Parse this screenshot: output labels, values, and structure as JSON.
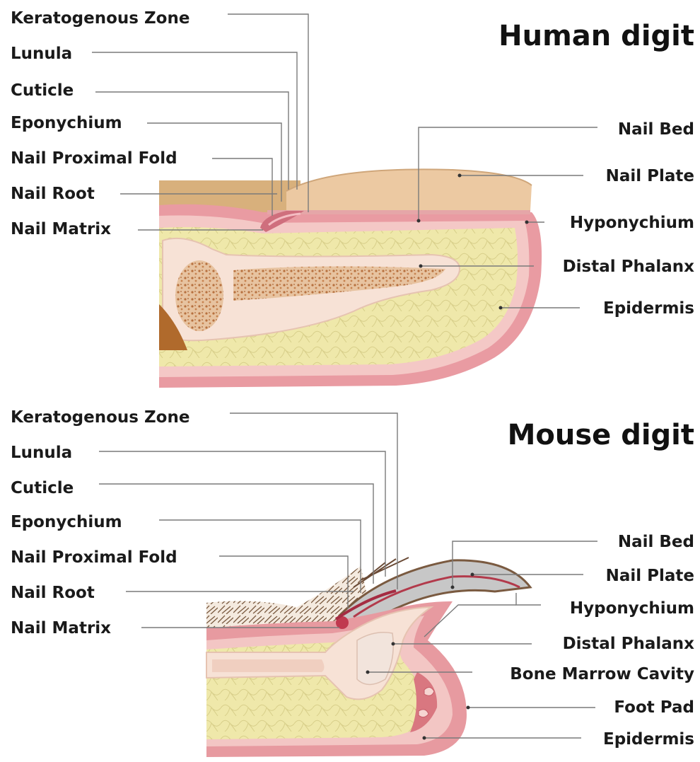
{
  "human": {
    "title": "Human digit",
    "labels": {
      "keratogenous_zone": "Keratogenous Zone",
      "lunula": "Lunula",
      "cuticle": "Cuticle",
      "eponychium": "Eponychium",
      "nail_proximal_fold": "Nail Proximal Fold",
      "nail_root": "Nail Root",
      "nail_matrix": "Nail Matrix",
      "nail_bed": "Nail Bed",
      "nail_plate": "Nail Plate",
      "hyponychium": "Hyponychium",
      "distal_phalanx": "Distal Phalanx",
      "epidermis": "Epidermis"
    }
  },
  "mouse": {
    "title": "Mouse digit",
    "labels": {
      "keratogenous_zone": "Keratogenous Zone",
      "lunula": "Lunula",
      "cuticle": "Cuticle",
      "eponychium": "Eponychium",
      "nail_proximal_fold": "Nail Proximal Fold",
      "nail_root": "Nail Root",
      "nail_matrix": "Nail Matrix",
      "nail_bed": "Nail Bed",
      "nail_plate": "Nail Plate",
      "hyponychium": "Hyponychium",
      "distal_phalanx": "Distal Phalanx",
      "bone_marrow_cavity": "Bone Marrow Cavity",
      "foot_pad": "Foot Pad",
      "epidermis": "Epidermis"
    }
  },
  "colors": {
    "epidermis": "#e6949c",
    "dermis": "#f3c4c4",
    "fat": "#eee7a6",
    "bone": "#f5ddd0",
    "marrow": "#c88a5a",
    "nail_plate": "#e8c49e",
    "skin_top": "#d9b484",
    "mouse_hair": "#8a6a50"
  }
}
